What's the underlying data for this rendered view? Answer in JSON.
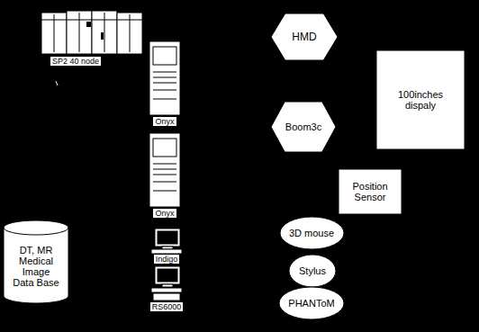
{
  "diagram": {
    "nodes": [
      {
        "text": [
          "HMD"
        ]
      },
      {
        "text": [
          "100inches dispaly"
        ]
      },
      {
        "text": [
          "Boom3c"
        ]
      },
      {
        "text": [
          "Position Sensor"
        ]
      },
      {
        "text": [
          "3D mouse"
        ]
      },
      {
        "text": [
          "Stylus"
        ]
      },
      {
        "text": [
          "PHANToM"
        ]
      },
      {
        "text": [
          "DT, MR Medical Image Data Base"
        ]
      }
    ],
    "labels": [
      "SP2 40 node",
      "Onyx",
      "Onyx",
      "Indigo",
      "RS6000"
    ]
  }
}
